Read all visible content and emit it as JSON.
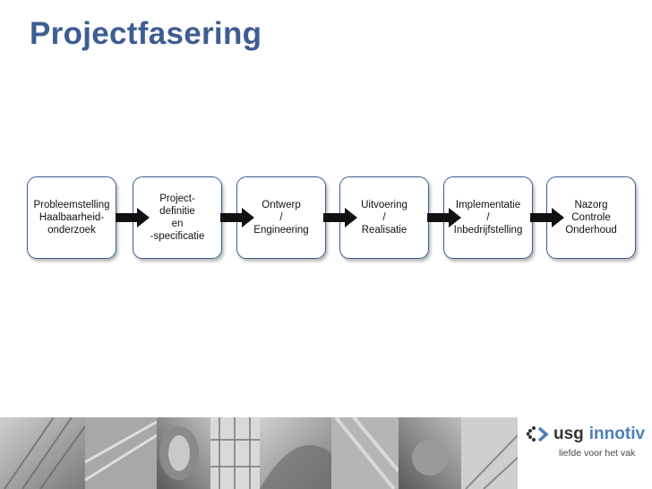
{
  "slide": {
    "title": "Projectfasering"
  },
  "phases": [
    {
      "label": "Probleemstelling\nHaalbaarheid-\nonderzoek"
    },
    {
      "label": "Project-\ndefinitie\nen\n-specificatie"
    },
    {
      "label": "Ontwerp\n/\nEngineering"
    },
    {
      "label": "Uitvoering\n/\nRealisatie"
    },
    {
      "label": "Implementatie\n/\nInbedrijfstelling"
    },
    {
      "label": "Nazorg\nControle\nOnderhoud"
    }
  ],
  "branding": {
    "usg": "usg",
    "innotiv": "innotiv",
    "tagline": "liefde voor het vak",
    "colors": {
      "primary": "#3d5d93",
      "accent": "#4f7fb8"
    },
    "icon": "asterisk-chevron-icon"
  }
}
